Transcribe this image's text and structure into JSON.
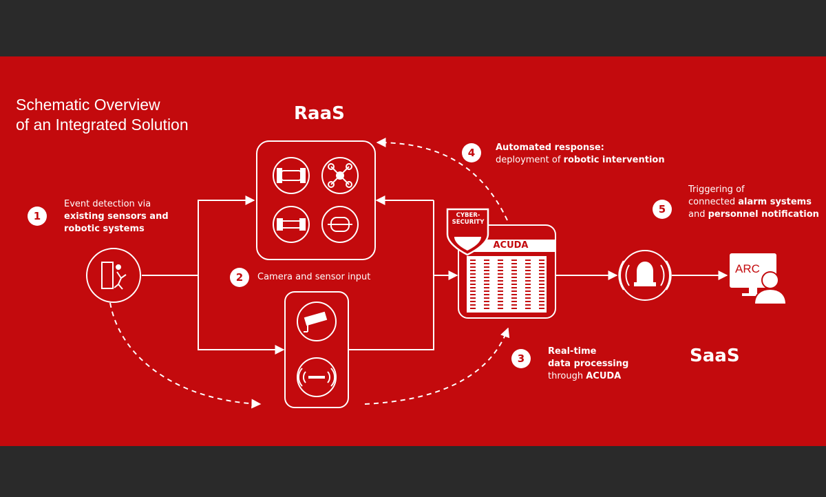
{
  "title": {
    "line1": "Schematic Overview",
    "line2": "of an Integrated Solution"
  },
  "raas_label": "RaaS",
  "saas_label": "SaaS",
  "steps": [
    {
      "num": "1",
      "line1": "Event detection via",
      "line2": "existing sensors and",
      "line3": "robotic systems"
    },
    {
      "num": "2",
      "text": "Camera and sensor input"
    },
    {
      "num": "3",
      "line1": "Real-time",
      "line2": "data processing",
      "line3a": "through ",
      "line3b": "ACUDA"
    },
    {
      "num": "4",
      "line1": "Automated response:",
      "line2a": "deployment of ",
      "line2b": "robotic intervention"
    },
    {
      "num": "5",
      "line1": "Triggering of",
      "line2a": "connected ",
      "line2b": "alarm systems",
      "line3a": "and ",
      "line3b": "personnel notification"
    }
  ],
  "acuda": {
    "label": "ACUDA",
    "badge_line1": "CYBER-",
    "badge_line2": "SECURITY"
  },
  "arc_label": "ARC",
  "icons": {
    "robots": [
      "ground-robot-icon",
      "drone-icon",
      "rover-icon",
      "wheeled-robot-icon"
    ],
    "sensors": [
      "cctv-camera-icon",
      "motion-sensor-icon"
    ],
    "event": "intruder-door-icon",
    "alarm": "alarm-bell-icon",
    "operator": "operator-monitor-icon"
  },
  "colors": {
    "background": "#c30a0d",
    "foreground": "#ffffff",
    "frame": "#2a2a2a"
  }
}
